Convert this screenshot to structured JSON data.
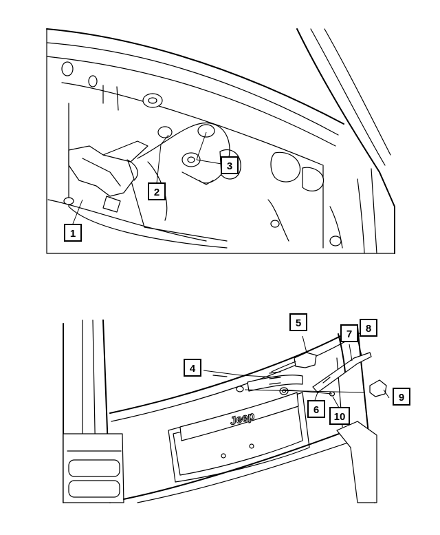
{
  "callouts": [
    {
      "id": "c1",
      "label": "1"
    },
    {
      "id": "c2",
      "label": "2"
    },
    {
      "id": "c3",
      "label": "3"
    },
    {
      "id": "c4",
      "label": "4"
    },
    {
      "id": "c5",
      "label": "5"
    },
    {
      "id": "c6",
      "label": "6"
    },
    {
      "id": "c7",
      "label": "7"
    },
    {
      "id": "c8",
      "label": "8"
    },
    {
      "id": "c9",
      "label": "9"
    },
    {
      "id": "c10",
      "label": "10"
    }
  ],
  "badge": {
    "text": "Jeep"
  }
}
